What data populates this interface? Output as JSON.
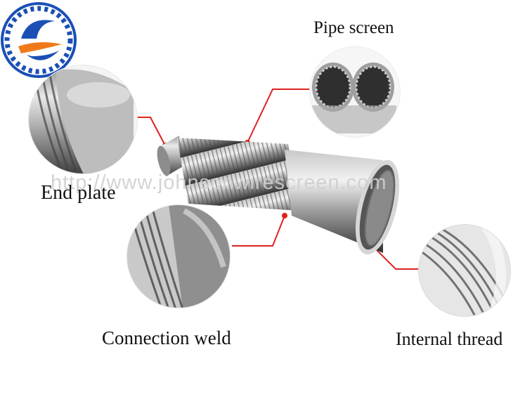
{
  "labels": {
    "pipe_screen": "Pipe screen",
    "end_plate": "End plate",
    "connection_weld": "Connection weld",
    "internal_thread": "Internal thread"
  },
  "watermark": "http://www.johnsonwirescreen.com",
  "colors": {
    "callout_line": "#e02020",
    "background": "#ffffff",
    "logo_blue": "#1b4fb5",
    "logo_orange": "#f07a1a"
  },
  "icons": [
    "company-logo",
    "pipe-screen-product-photo"
  ]
}
